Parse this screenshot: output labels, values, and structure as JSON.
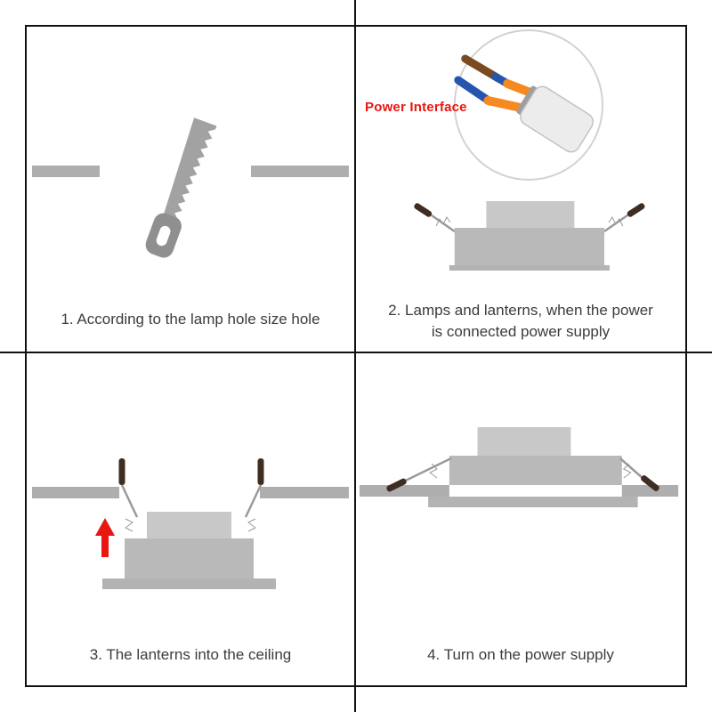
{
  "panels": {
    "p1": {
      "caption": "1. According to the lamp hole size hole"
    },
    "p2": {
      "caption_line1": "2. Lamps and lanterns, when the power",
      "caption_line2": "is connected power supply",
      "callout": "Power Interface"
    },
    "p3": {
      "caption": "3. The lanterns into the ceiling"
    },
    "p4": {
      "caption": "4. Turn on the power supply"
    }
  },
  "colors": {
    "ceiling": "#aeaeae",
    "lamp_top": "#c8c8c8",
    "lamp_body": "#b9b9b9",
    "lamp_trim": "#b3b3b3",
    "saw": "#a2a2a2",
    "saw_handle": "#8f8f8f",
    "clip": "#3f2d22",
    "spring": "#9a9a9a",
    "wire_brown": "#7a4a21",
    "wire_blue": "#2456ad",
    "wire_orange": "#f6891f",
    "connector": "#ececec",
    "connector_edge": "#9e9e9e",
    "circle": "#d2d2d2",
    "red": "#e8170f",
    "text": "#3c3c3c",
    "divider": "#111111"
  }
}
